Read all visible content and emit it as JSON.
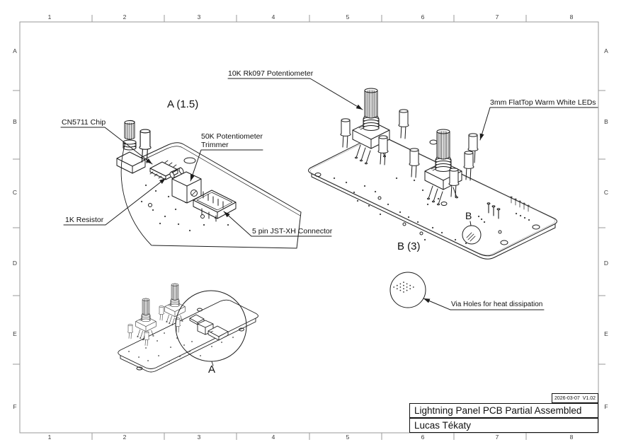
{
  "sheet": {
    "background": "#ffffff",
    "ink_color": "#1c1c1c",
    "frame_color": "#9a9a9a",
    "columns": [
      "1",
      "2",
      "3",
      "4",
      "5",
      "6",
      "7",
      "8"
    ],
    "rows": [
      "A",
      "B",
      "C",
      "D",
      "E",
      "F"
    ]
  },
  "title_block": {
    "date": "2026-03-07",
    "version": "V1.02",
    "title": "Lightning Panel PCB Partial Assembled",
    "author": "Lucas Tékaty"
  },
  "views": {
    "detail_a_title": "A (1.5)",
    "detail_b_title": "B (3)",
    "main_detail_marker": "B",
    "overview_detail_marker": "A"
  },
  "callouts": {
    "potentiometer": "10K Rk097 Potentiometer",
    "leds": "3mm FlatTop Warm White LEDs",
    "chip": "CN5711 Chip",
    "trimmer_line1": "50K Potentiometer",
    "trimmer_line2": "Trimmer",
    "resistor": "1K Resistor",
    "connector": "5 pin JST-XH Connector",
    "via_holes": "Via Holes for heat dissipation"
  }
}
